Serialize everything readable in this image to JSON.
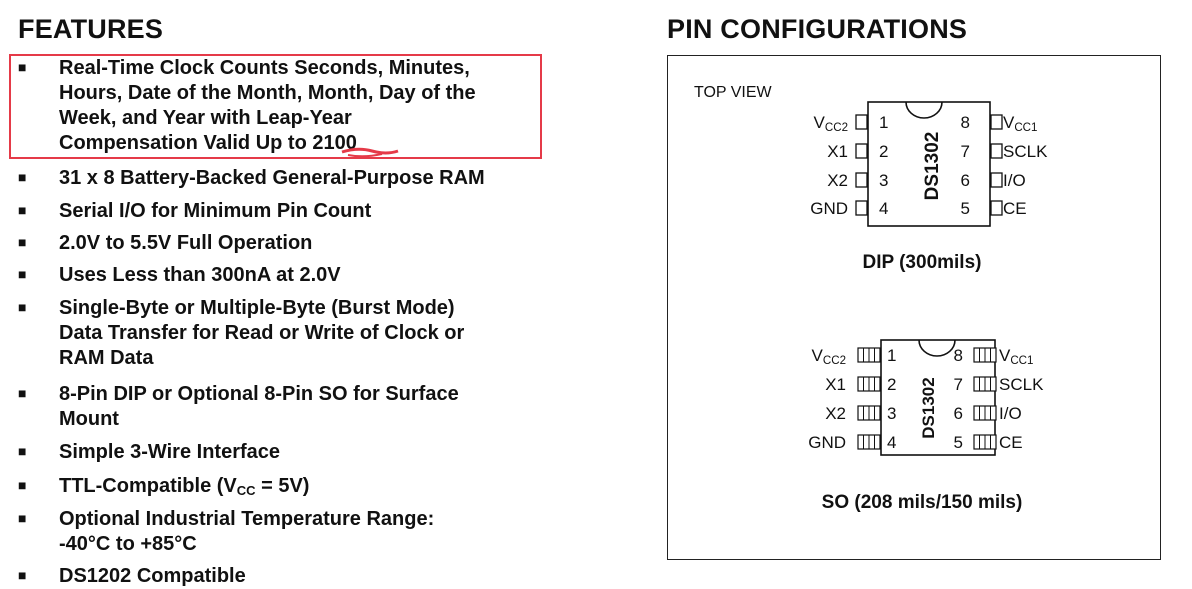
{
  "features": {
    "title": "FEATURES",
    "bullet": "■",
    "items": [
      {
        "lines": [
          "Real-Time Clock Counts Seconds, Minutes,",
          "Hours, Date of the Month, Month, Day of the",
          "Week, and Year with Leap-Year",
          "Compensation Valid Up to 2100"
        ]
      },
      {
        "lines": [
          "31 x 8 Battery-Backed General-Purpose RAM"
        ]
      },
      {
        "lines": [
          "Serial I/O for Minimum Pin Count"
        ]
      },
      {
        "lines": [
          "2.0V to 5.5V Full Operation"
        ]
      },
      {
        "lines": [
          "Uses Less than 300nA at 2.0V"
        ]
      },
      {
        "lines": [
          "Single-Byte or Multiple-Byte (Burst Mode)",
          "Data Transfer for Read or Write of Clock or",
          "RAM Data"
        ]
      },
      {
        "lines": [
          "8-Pin DIP or Optional 8-Pin SO for Surface",
          "Mount"
        ]
      },
      {
        "lines": [
          "Simple 3-Wire Interface"
        ]
      },
      {
        "ttl": {
          "prefix": "TTL-Compatible (V",
          "sub": "CC",
          "suffix": " = 5V)"
        }
      },
      {
        "lines": [
          "Optional Industrial Temperature Range:",
          "-40°C to +85°C"
        ]
      },
      {
        "lines": [
          "DS1202 Compatible"
        ]
      }
    ]
  },
  "pin_config": {
    "title": "PIN CONFIGURATIONS",
    "top_view": "TOP VIEW",
    "chip_name": "DS1302",
    "left_pins": [
      {
        "num": "1",
        "label": "V",
        "sub": "CC2"
      },
      {
        "num": "2",
        "label": "X1",
        "sub": ""
      },
      {
        "num": "3",
        "label": "X2",
        "sub": ""
      },
      {
        "num": "4",
        "label": "GND",
        "sub": ""
      }
    ],
    "right_pins": [
      {
        "num": "8",
        "label": "V",
        "sub": "CC1"
      },
      {
        "num": "7",
        "label": "SCLK",
        "sub": ""
      },
      {
        "num": "6",
        "label": "I/O",
        "sub": ""
      },
      {
        "num": "5",
        "label": "CE",
        "sub": ""
      }
    ],
    "dip_caption": "DIP (300mils)",
    "so_caption": "SO (208 mils/150 mils)"
  },
  "colors": {
    "highlight": "#e53a48",
    "text": "#111111"
  }
}
